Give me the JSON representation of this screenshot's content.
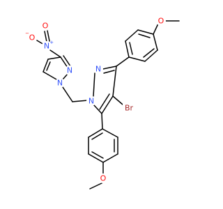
{
  "molecule": {
    "atoms": {
      "N_nitro": "N",
      "N_nitro_plus": "+",
      "O_nitro_neg": "O",
      "O_nitro_neg_minus": "−",
      "O_nitro_dbl": "O",
      "N2_small": "N",
      "N1_small": "N",
      "N2_big": "N",
      "N1_big": "N",
      "Br": "Br",
      "O_top": "O",
      "O_bottom": "O"
    },
    "colors": {
      "nitrogen": "#3050F8",
      "oxygen": "#FF0D0D",
      "bromine": "#A62929",
      "bond": "#000000"
    }
  }
}
